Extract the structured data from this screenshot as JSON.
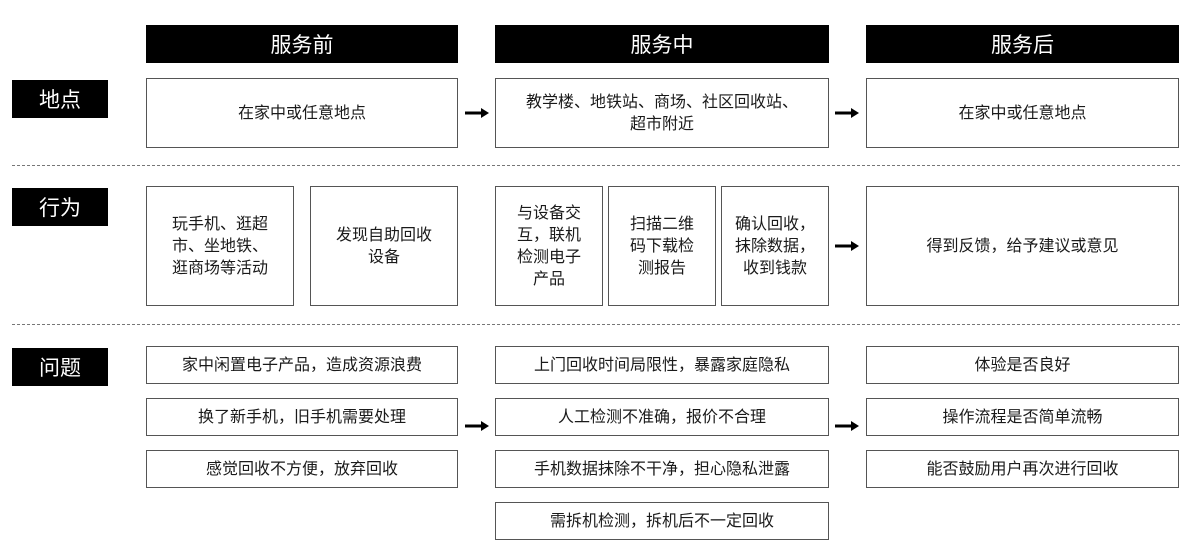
{
  "columns": {
    "before": "服务前",
    "during": "服务中",
    "after": "服务后"
  },
  "rows": {
    "location": "地点",
    "behavior": "行为",
    "problems": "问题"
  },
  "location": {
    "before": "在家中或任意地点",
    "during": "教学楼、地铁站、商场、社区回收站、\n超市附近",
    "after": "在家中或任意地点"
  },
  "behavior": {
    "before": [
      "玩手机、逛超\n市、坐地铁、\n逛商场等活动",
      "发现自助回收\n设备"
    ],
    "during": [
      "与设备交\n互，联机\n检测电子\n产品",
      "扫描二维\n码下载检\n测报告",
      "确认回收，\n抹除数据，\n收到钱款"
    ],
    "after": "得到反馈，给予建议或意见"
  },
  "problems": {
    "before": [
      "家中闲置电子产品，造成资源浪费",
      "换了新手机，旧手机需要处理",
      "感觉回收不方便，放弃回收"
    ],
    "during": [
      "上门回收时间局限性，暴露家庭隐私",
      "人工检测不准确，报价不合理",
      "手机数据抹除不干净，担心隐私泄露",
      "需拆机检测，拆机后不一定回收"
    ],
    "after": [
      "体验是否良好",
      "操作流程是否简单流畅",
      "能否鼓励用户再次进行回收"
    ]
  }
}
